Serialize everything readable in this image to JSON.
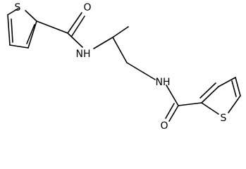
{
  "structure": {
    "atoms": {
      "s_left": "S",
      "o_left": "O",
      "nh_left": "NH",
      "nh_right": "NH",
      "o_right": "O",
      "s_right": "S"
    }
  },
  "colors": {
    "bond": "#000000",
    "label": "#000000",
    "background": "#ffffff"
  }
}
